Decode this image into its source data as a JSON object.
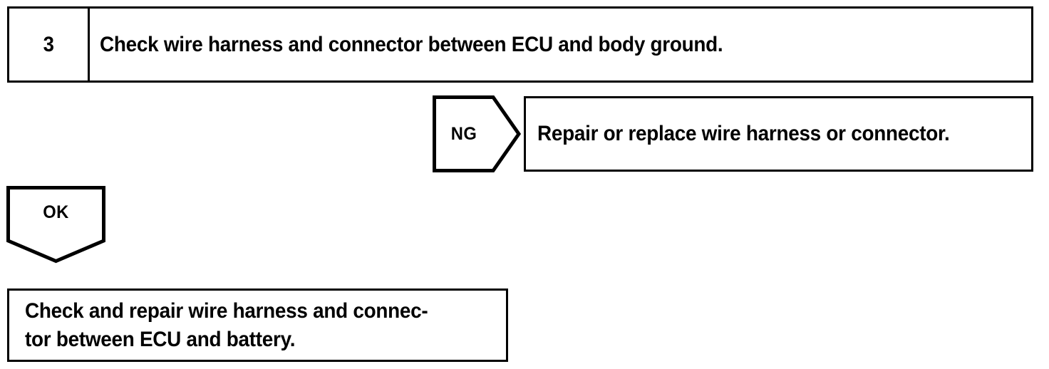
{
  "diagram": {
    "kind": "troubleshooting-flowchart",
    "stroke_color": "#000000",
    "background_color": "#ffffff",
    "text_color": "#000000"
  },
  "step": {
    "number": "3",
    "instruction": "Check wire harness and connector between ECU and body ground."
  },
  "branches": {
    "ng": {
      "label": "NG",
      "direction": "right",
      "result": "Repair or replace wire harness or connector."
    },
    "ok": {
      "label": "OK",
      "direction": "down",
      "result": "Check and repair wire harness and connec-\ntor between ECU and battery."
    }
  }
}
